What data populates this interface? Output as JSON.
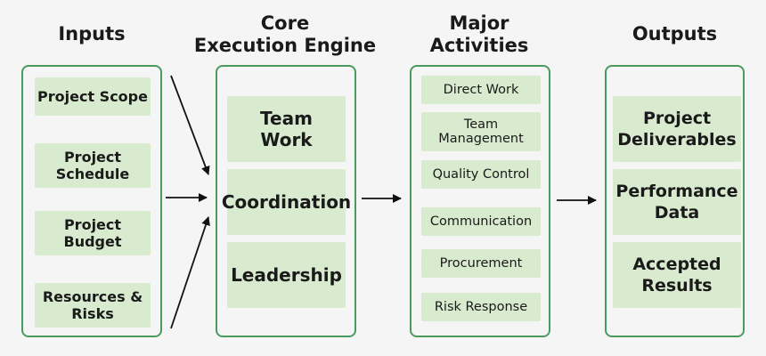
{
  "columns": {
    "inputs": {
      "title": "Inputs",
      "items": [
        "Project Scope",
        "Project\nSchedule",
        "Project\nBudget",
        "Resources &\nRisks"
      ]
    },
    "core": {
      "title": "Core\nExecution Engine",
      "items": [
        "Team\nWork",
        "Coordination",
        "Leadership"
      ]
    },
    "activities": {
      "title": "Major\nActivities",
      "items": [
        "Direct Work",
        "Team\nManagement",
        "Quality Control",
        "Communication",
        "Procurement",
        "Risk Response"
      ]
    },
    "outputs": {
      "title": "Outputs",
      "items": [
        "Project\nDeliverables",
        "Performance\nData",
        "Accepted\nResults"
      ]
    }
  },
  "colors": {
    "panel_border": "#4b9a5d",
    "box_fill": "#d8ebcf",
    "arrow": "#111111",
    "background": "#f5f5f5"
  }
}
